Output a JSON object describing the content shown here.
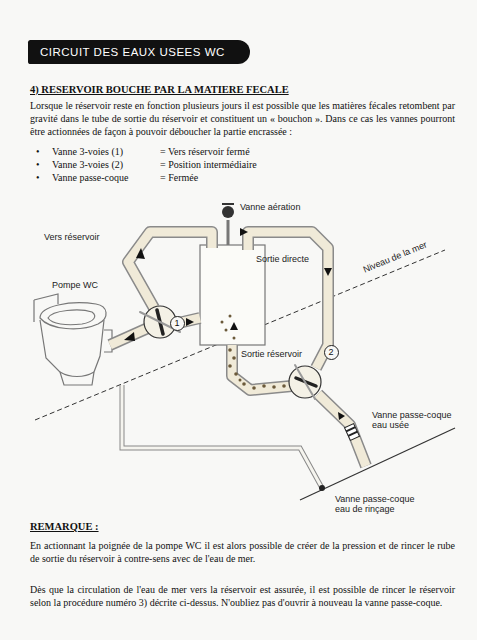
{
  "diagram": {
    "title": "CIRCUIT DES EAUX USEES WC",
    "nodes": [
      {
        "text": [
          "1"
        ]
      },
      {
        "text": [
          "2"
        ]
      }
    ],
    "labels": [
      "4) RESERVOIR BOUCHE PAR LA MATIERE FECALE",
      "Lorsque le réservoir reste en fonction plusieurs jours il est possible que les matières fécales retombent par gravité dans le tube de sortie du réservoir et constituent un « bouchon ». Dans ce cas les vannes pourront être actionnées de façon à pouvoir déboucher la partie encrassée :",
      "•",
      "Vanne 3-voies (1)",
      "= Vers réservoir fermé",
      "•",
      "Vanne 3-voies (2)",
      "= Position intermédiaire",
      "•",
      "Vanne passe-coque",
      "= Fermée",
      "Vanne aération",
      "Vers réservoir",
      "Sortie directe",
      "Niveau de la mer",
      "Pompe WC",
      "Sortie réservoir",
      "Vanne passe-coque eau usée",
      "Vanne passe-coque eau de rinçage",
      "REMARQUE :",
      "En actionnant la poignée de la pompe WC il est alors possible de créer de la pression et de rincer le rube de sortie du réservoir à contre-sens avec de l'eau de mer.",
      "Dès que la circulation de l'eau de mer vers la réservoir est assurée, il est possible de rincer le réservoir selon la procédure numéro 3) décrite ci-dessus. N'oubliez pas d'ouvrir à nouveau la vanne passe-coque."
    ]
  }
}
